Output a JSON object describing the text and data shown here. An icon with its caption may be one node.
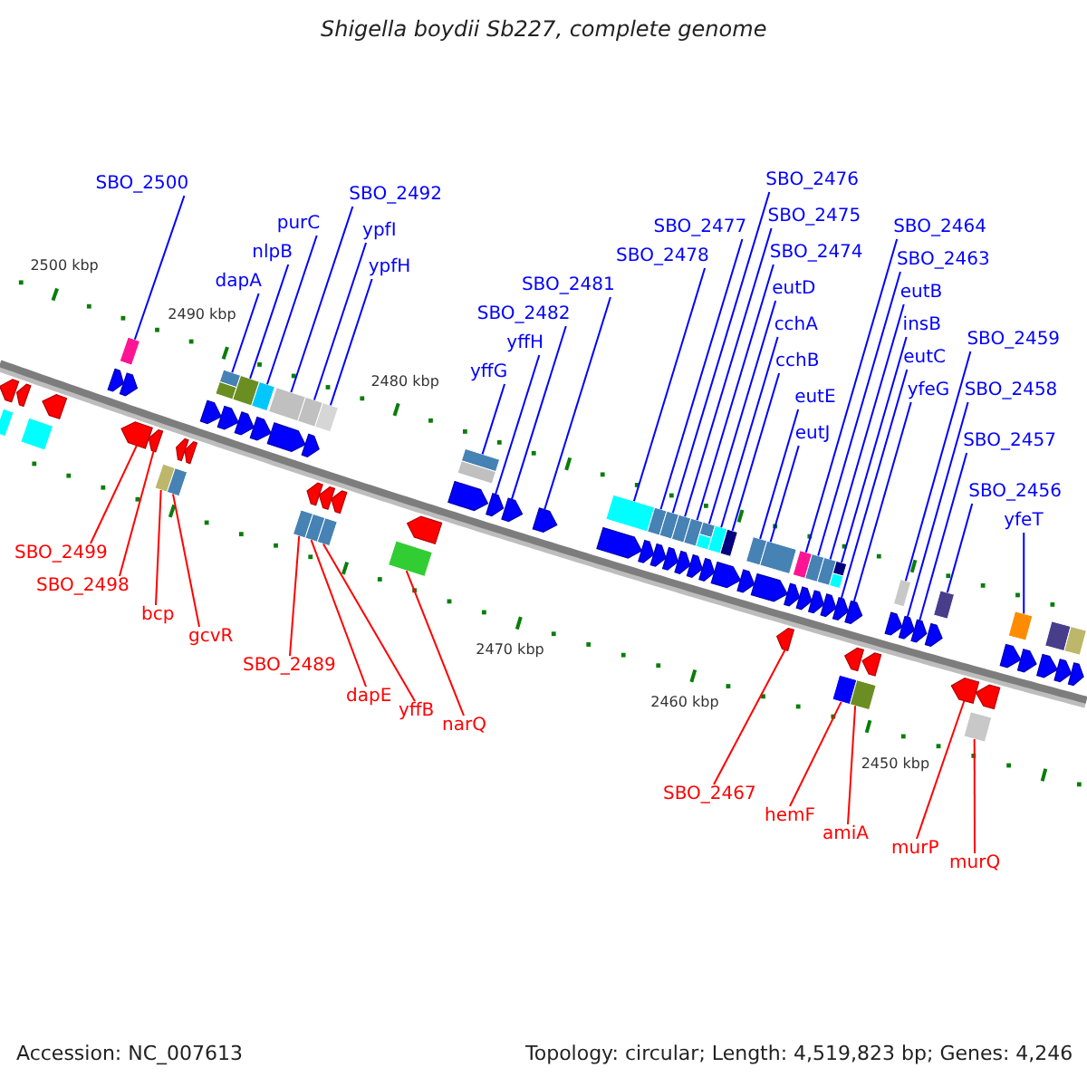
{
  "diagram": {
    "title": "Shigella boydii Sb227, complete genome",
    "nodes": [
      {
        "text": [
          "SBO_2500"
        ]
      },
      {
        "text": [
          "dapA"
        ]
      },
      {
        "text": [
          "nlpB"
        ]
      },
      {
        "text": [
          "purC"
        ]
      },
      {
        "text": [
          "SBO_2492"
        ]
      },
      {
        "text": [
          "ypfI"
        ]
      },
      {
        "text": [
          "ypfH"
        ]
      },
      {
        "text": [
          "yffG"
        ]
      },
      {
        "text": [
          "yffH"
        ]
      },
      {
        "text": [
          "SBO_2482"
        ]
      },
      {
        "text": [
          "SBO_2481"
        ]
      },
      {
        "text": [
          "SBO_2478"
        ]
      },
      {
        "text": [
          "SBO_2477"
        ]
      },
      {
        "text": [
          "SBO_2476"
        ]
      },
      {
        "text": [
          "SBO_2475"
        ]
      },
      {
        "text": [
          "SBO_2474"
        ]
      },
      {
        "text": [
          "eutD"
        ]
      },
      {
        "text": [
          "cchA"
        ]
      },
      {
        "text": [
          "cchB"
        ]
      },
      {
        "text": [
          "eutE"
        ]
      },
      {
        "text": [
          "eutJ"
        ]
      },
      {
        "text": [
          "eutB"
        ]
      },
      {
        "text": [
          "SBO_2464"
        ]
      },
      {
        "text": [
          "SBO_2463"
        ]
      },
      {
        "text": [
          "insB"
        ]
      },
      {
        "text": [
          "eutC"
        ]
      },
      {
        "text": [
          "yfeG"
        ]
      },
      {
        "text": [
          "SBO_2459"
        ]
      },
      {
        "text": [
          "SBO_2458"
        ]
      },
      {
        "text": [
          "SBO_2457"
        ]
      },
      {
        "text": [
          "SBO_2456"
        ]
      },
      {
        "text": [
          "yfeT"
        ]
      },
      {
        "text": [
          "SBO_2499"
        ]
      },
      {
        "text": [
          "SBO_2498"
        ]
      },
      {
        "text": [
          "bcp"
        ]
      },
      {
        "text": [
          "gcvR"
        ]
      },
      {
        "text": [
          "SBO_2489"
        ]
      },
      {
        "text": [
          "dapE"
        ]
      },
      {
        "text": [
          "yffB"
        ]
      },
      {
        "text": [
          "narQ"
        ]
      },
      {
        "text": [
          "SBO_2467"
        ]
      },
      {
        "text": [
          "hemF"
        ]
      },
      {
        "text": [
          "amiA"
        ]
      },
      {
        "text": [
          "murP"
        ]
      },
      {
        "text": [
          "murQ"
        ]
      },
      {
        "text": [],
        "shape": "pentagon"
      },
      {
        "text": [],
        "shape": "box"
      },
      {
        "text": [],
        "shape": "pentagon"
      },
      {
        "text": [],
        "shape": "pentagon"
      },
      {
        "text": [],
        "shape": "box"
      },
      {
        "text": [],
        "shape": "pentagon"
      },
      {
        "text": [],
        "shape": "box"
      },
      {
        "text": [],
        "shape": "pentagon"
      },
      {
        "text": [],
        "shape": "box"
      },
      {
        "text": [],
        "shape": "pentagon"
      },
      {
        "text": [],
        "shape": "box"
      },
      {
        "text": [],
        "shape": "pentagon"
      },
      {
        "text": [],
        "shape": "box"
      },
      {
        "text": [],
        "shape": "pentagon"
      },
      {
        "text": [],
        "shape": "box"
      },
      {
        "text": [],
        "shape": "box"
      },
      {
        "text": [],
        "shape": "pentagon"
      },
      {
        "text": [],
        "shape": "pentagon"
      },
      {
        "text": [],
        "shape": "pentagon"
      },
      {
        "text": [],
        "shape": "pentagon"
      },
      {
        "text": [],
        "shape": "box"
      },
      {
        "text": [],
        "shape": "pentagon"
      },
      {
        "text": [],
        "shape": "box"
      },
      {
        "text": [],
        "shape": "pentagon"
      },
      {
        "text": [],
        "shape": "box"
      },
      {
        "text": [],
        "shape": "pentagon"
      },
      {
        "text": [],
        "shape": "box"
      },
      {
        "text": [],
        "shape": "pentagon"
      },
      {
        "text": [],
        "shape": "box"
      },
      {
        "text": [],
        "shape": "pentagon"
      },
      {
        "text": [],
        "shape": "box"
      },
      {
        "text": [],
        "shape": "pentagon"
      },
      {
        "text": [],
        "shape": "box"
      },
      {
        "text": [],
        "shape": "pentagon"
      },
      {
        "text": [],
        "shape": "box"
      },
      {
        "text": [],
        "shape": "pentagon"
      },
      {
        "text": [],
        "shape": "box"
      },
      {
        "text": [],
        "shape": "pentagon"
      },
      {
        "text": [],
        "shape": "box"
      },
      {
        "text": [],
        "shape": "pentagon"
      },
      {
        "text": [],
        "shape": "box"
      },
      {
        "text": [],
        "shape": "pentagon"
      },
      {
        "text": [],
        "shape": "box"
      },
      {
        "text": [],
        "shape": "pentagon"
      },
      {
        "text": [],
        "shape": "box"
      },
      {
        "text": [],
        "shape": "pentagon"
      },
      {
        "text": [],
        "shape": "box"
      },
      {
        "text": [],
        "shape": "pentagon"
      },
      {
        "text": [],
        "shape": "pentagon"
      },
      {
        "text": [],
        "shape": "pentagon"
      },
      {
        "text": [],
        "shape": "box"
      },
      {
        "text": [],
        "shape": "pentagon"
      },
      {
        "text": [],
        "shape": "pentagon"
      },
      {
        "text": [],
        "shape": "pentagon"
      },
      {
        "text": [],
        "shape": "box"
      },
      {
        "text": [],
        "shape": "pentagon"
      },
      {
        "text": [],
        "shape": "box"
      },
      {
        "text": [],
        "shape": "pentagon"
      },
      {
        "text": [],
        "shape": "pentagon"
      },
      {
        "text": [],
        "shape": "box"
      },
      {
        "text": [],
        "shape": "pentagon"
      },
      {
        "text": [],
        "shape": "pentagon"
      },
      {
        "text": [],
        "shape": "box"
      },
      {
        "text": [],
        "shape": "pentagon"
      },
      {
        "text": [],
        "shape": "pentagon"
      },
      {
        "text": [],
        "shape": "box"
      },
      {
        "text": [],
        "shape": "pentagon"
      },
      {
        "text": [],
        "shape": "box"
      },
      {
        "text": [],
        "shape": "pentagon"
      },
      {
        "text": [],
        "shape": "pentagon"
      },
      {
        "text": [],
        "shape": "pentagon"
      },
      {
        "text": [],
        "shape": "box"
      },
      {
        "text": [],
        "shape": "pentagon"
      },
      {
        "text": [],
        "shape": "box"
      },
      {
        "text": [],
        "shape": "pentagon"
      },
      {
        "text": [],
        "shape": "pentagon"
      },
      {
        "text": [],
        "shape": "box"
      },
      {
        "text": [],
        "shape": "pentagon"
      },
      {
        "text": [],
        "shape": "box"
      },
      {
        "text": [],
        "shape": "pentagon"
      },
      {
        "text": [],
        "shape": "box"
      },
      {
        "text": [],
        "shape": "box"
      },
      {
        "text": [],
        "shape": "pentagon"
      },
      {
        "text": [],
        "shape": "pentagon"
      },
      {
        "text": [],
        "shape": "pentagon"
      },
      {
        "text": [],
        "shape": "box"
      },
      {
        "text": [],
        "shape": "pentagon"
      },
      {
        "text": [],
        "shape": "box"
      },
      {
        "text": [],
        "shape": "pentagon"
      },
      {
        "text": [],
        "shape": "pentagon"
      },
      {
        "text": [],
        "shape": "box"
      }
    ],
    "edges": [
      {
        "from": 0,
        "to": 46,
        "arrow": "none"
      },
      {
        "from": 1,
        "to": 49,
        "arrow": "none"
      },
      {
        "from": 2,
        "to": 51,
        "arrow": "none"
      },
      {
        "from": 3,
        "to": 53,
        "arrow": "none"
      },
      {
        "from": 4,
        "to": 55,
        "arrow": "none"
      },
      {
        "from": 5,
        "to": 57,
        "arrow": "none"
      },
      {
        "from": 6,
        "to": 59,
        "arrow": "none"
      },
      {
        "from": 7,
        "to": 60,
        "arrow": "none"
      },
      {
        "from": 8,
        "to": 62,
        "arrow": "none"
      },
      {
        "from": 9,
        "to": 63,
        "arrow": "none"
      },
      {
        "from": 10,
        "to": 64,
        "arrow": "none"
      },
      {
        "from": 11,
        "to": 65,
        "arrow": "none"
      },
      {
        "from": 12,
        "to": 67,
        "arrow": "none"
      },
      {
        "from": 13,
        "to": 69,
        "arrow": "none"
      },
      {
        "from": 14,
        "to": 71,
        "arrow": "none"
      },
      {
        "from": 15,
        "to": 73,
        "arrow": "none"
      },
      {
        "from": 16,
        "to": 75,
        "arrow": "none"
      },
      {
        "from": 17,
        "to": 77,
        "arrow": "none"
      },
      {
        "from": 18,
        "to": 79,
        "arrow": "none"
      },
      {
        "from": 19,
        "to": 81,
        "arrow": "none"
      },
      {
        "from": 20,
        "to": 83,
        "arrow": "none"
      },
      {
        "from": 21,
        "to": 89,
        "arrow": "none"
      },
      {
        "from": 22,
        "to": 85,
        "arrow": "none"
      },
      {
        "from": 23,
        "to": 87,
        "arrow": "none"
      },
      {
        "from": 24,
        "to": 91,
        "arrow": "none"
      },
      {
        "from": 25,
        "to": 93,
        "arrow": "none"
      },
      {
        "from": 26,
        "to": 94,
        "arrow": "none"
      },
      {
        "from": 27,
        "to": 95,
        "arrow": "none"
      },
      {
        "from": 28,
        "to": 97,
        "arrow": "none"
      },
      {
        "from": 29,
        "to": 98,
        "arrow": "none"
      },
      {
        "from": 30,
        "to": 99,
        "arrow": "none"
      },
      {
        "from": 31,
        "to": 101,
        "arrow": "none"
      },
      {
        "from": 32,
        "to": 114,
        "arrow": "none",
        "color": "#ff0000"
      },
      {
        "from": 33,
        "to": 115,
        "arrow": "none",
        "color": "#ff0000"
      },
      {
        "from": 34,
        "to": 116,
        "arrow": "none",
        "color": "#ff0000"
      },
      {
        "from": 35,
        "to": 118,
        "arrow": "none",
        "color": "#ff0000"
      },
      {
        "from": 36,
        "to": 121,
        "arrow": "none",
        "color": "#ff0000"
      },
      {
        "from": 37,
        "to": 123,
        "arrow": "none",
        "color": "#ff0000"
      },
      {
        "from": 38,
        "to": 125,
        "arrow": "none",
        "color": "#ff0000"
      },
      {
        "from": 39,
        "to": 126,
        "arrow": "none",
        "color": "#ff0000"
      },
      {
        "from": 40,
        "to": 128,
        "arrow": "none",
        "color": "#ff0000"
      },
      {
        "from": 41,
        "to": 130,
        "arrow": "none",
        "color": "#ff0000"
      },
      {
        "from": 42,
        "to": 132,
        "arrow": "none",
        "color": "#ff0000"
      },
      {
        "from": 43,
        "to": 133,
        "arrow": "none",
        "color": "#ff0000"
      },
      {
        "from": 44,
        "to": 135,
        "arrow": "none",
        "color": "#ff0000"
      }
    ],
    "labels": [
      "2500 kbp",
      "2490 kbp",
      "2480 kbp",
      "2470 kbp",
      "2460 kbp",
      "2450 kbp",
      "Accession: NC_007613",
      "Topology: circular; Length: 4,519,823 bp; Genes: 4,246"
    ]
  }
}
